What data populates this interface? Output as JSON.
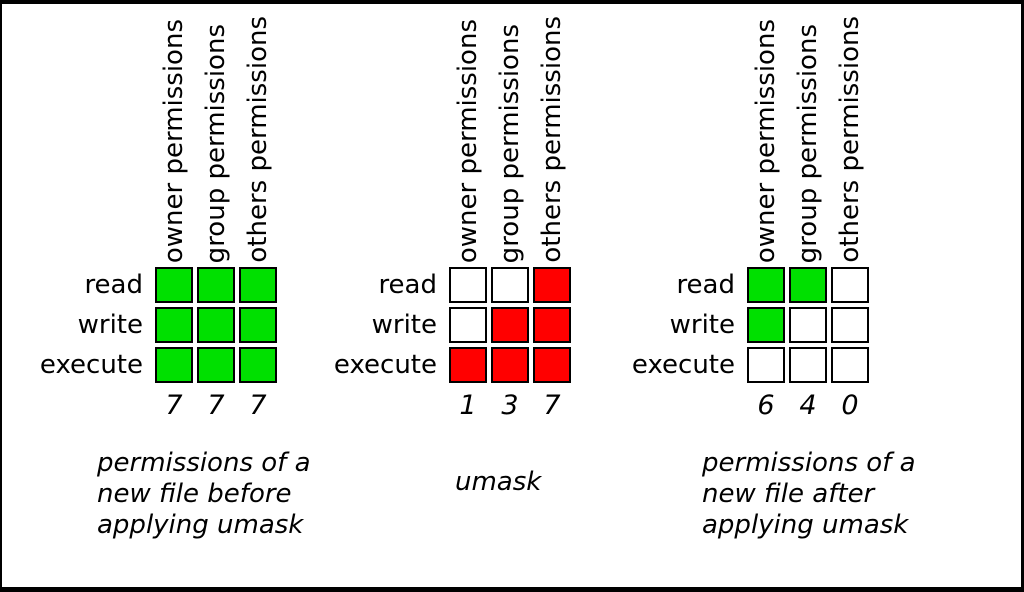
{
  "colors": {
    "green": "#00e000",
    "red": "#ff0000",
    "white": "#ffffff",
    "border": "#000000"
  },
  "col_labels": [
    "owner permissions",
    "group permissions",
    "others permissions"
  ],
  "row_labels": [
    "read",
    "write",
    "execute"
  ],
  "panels": [
    {
      "name": "before",
      "cells": [
        [
          "green",
          "green",
          "green"
        ],
        [
          "green",
          "green",
          "green"
        ],
        [
          "green",
          "green",
          "green"
        ]
      ],
      "digits": [
        "7",
        "7",
        "7"
      ],
      "caption": "permissions of a\nnew file before\napplying umask"
    },
    {
      "name": "umask",
      "cells": [
        [
          "white",
          "white",
          "red"
        ],
        [
          "white",
          "red",
          "red"
        ],
        [
          "red",
          "red",
          "red"
        ]
      ],
      "digits": [
        "1",
        "3",
        "7"
      ],
      "caption": "umask"
    },
    {
      "name": "after",
      "cells": [
        [
          "green",
          "green",
          "white"
        ],
        [
          "green",
          "white",
          "white"
        ],
        [
          "white",
          "white",
          "white"
        ]
      ],
      "digits": [
        "6",
        "4",
        "0"
      ],
      "caption": "permissions of a\nnew file after\napplying umask"
    }
  ]
}
